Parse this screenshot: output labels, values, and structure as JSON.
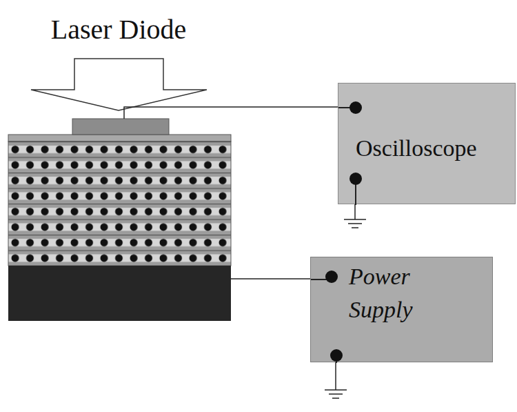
{
  "diagram": {
    "nodes": [
      {
        "text": [
          "Oscilloscope"
        ]
      },
      {
        "text": [
          "Power Supply"
        ]
      }
    ],
    "labels": [
      "Laser Diode"
    ]
  }
}
